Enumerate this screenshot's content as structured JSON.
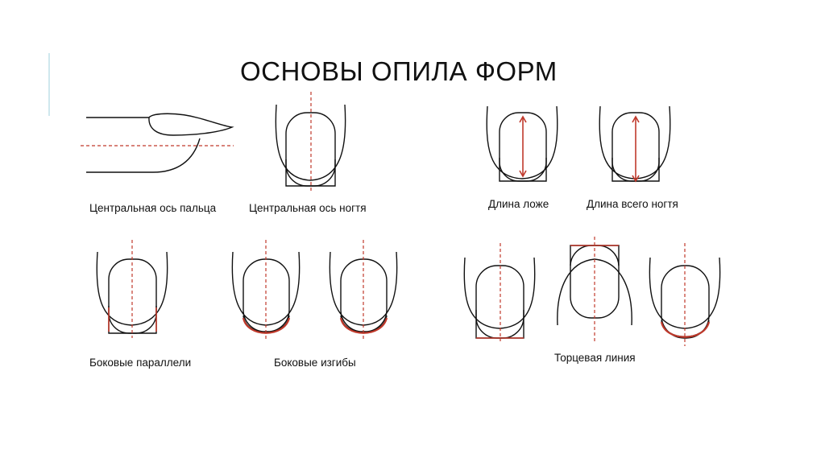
{
  "title": "ОСНОВЫ ОПИЛА ФОРМ",
  "captions": {
    "finger_axis": "Центральная ось пальца",
    "nail_axis": "Центральная ось ногтя",
    "bed_length": "Длина ложе",
    "full_nail_length": "Длина всего ногтя",
    "side_parallels": "Боковые параллели",
    "side_curves": "Боковые изгибы",
    "end_line": "Торцевая линия"
  },
  "colors": {
    "outline": "#111111",
    "guide": "#c0392b",
    "accent": "#cfe8ee"
  }
}
